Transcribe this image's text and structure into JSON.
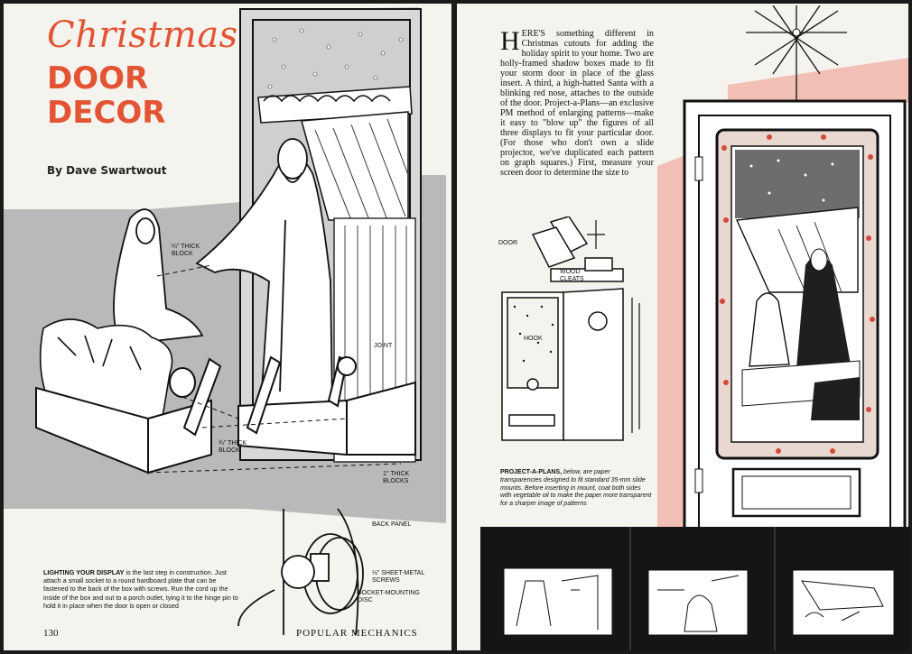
{
  "left_page": {
    "title_script": "Christmas",
    "title_line1": "DOOR",
    "title_line2": "DECOR",
    "byline": "By Dave Swartwout",
    "labels": {
      "block_quarter": "¼\" THICK BLOCK",
      "block_threequarter": "¾\" THICK BLOCK",
      "joint": "JOINT",
      "blocks_one_inch": "1\" THICK BLOCKS",
      "back_panel": "BACK PANEL",
      "sheet_metal": "½\" SHEET-METAL SCREWS",
      "socket_disc": "SOCKET-MOUNTING DISC"
    },
    "caption_lead": "LIGHTING YOUR DISPLAY",
    "caption_body": " is the last step in construction. Just attach a small socket to a round hardboard plate that can be fastened to the back of the box with screws. Run the cord up the inside of the box and out to a porch outlet, tying it to the hinge pin to hold it in place when the door is open or closed",
    "folio": "130",
    "magazine": "POPULAR MECHANICS"
  },
  "right_page": {
    "dropcap": "H",
    "body_text": "ERE'S something different in Christmas cutouts for adding the holiday spirit to your home. Two are holly-framed shadow boxes made to fit your storm door in place of the glass insert. A third, a high-hatted Santa with a blinking red nose, attaches to the outside of the door. Project-a-Plans—an exclusive PM method of enlarging patterns—make it easy to \"blow up\" the figures of all three displays to fit your particular door. (For those who don't own a slide projector, we've duplicated each pattern on graph squares.) First, measure your screen door to determine the size to",
    "labels": {
      "door": "DOOR",
      "wood_cleats": "WOOD CLEATS",
      "hook": "HOOK"
    },
    "proj_lead": "PROJECT-A-PLANS,",
    "proj_body": " below, are paper transparencies designed to fit standard 35-mm slide mounts. Before inserting in mount, coat both sides with vegetable oil to make the paper more transparent for a sharper image of patterns"
  },
  "colors": {
    "accent_red": "#e25433",
    "pink": "#f2bfb6",
    "paper": "#f5f3ee",
    "gray_shadow": "#b9b9b9"
  }
}
